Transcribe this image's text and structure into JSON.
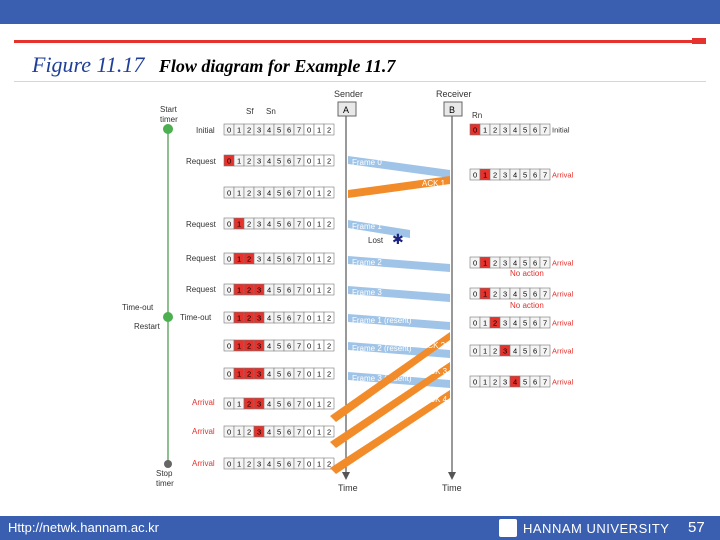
{
  "slide": {
    "figure_number": "Figure 11.17",
    "figure_caption": "Flow diagram for Example 11.7",
    "footer_url": "Http://netwk.hannam.ac.kr",
    "footer_university": "HANNAM UNIVERSITY",
    "page_number": "57"
  },
  "diagram": {
    "sender_label": "Sender",
    "receiver_label": "Receiver",
    "sender_node": "A",
    "receiver_node": "B",
    "start_timer": [
      "Start",
      "timer"
    ],
    "stop_timer": [
      "Stop",
      "timer"
    ],
    "timeout_left": "Time-out",
    "restart": "Restart",
    "time_label": "Time",
    "sf": "Sf",
    "sn": "Sn",
    "rn": "Rn",
    "lost": "Lost",
    "no_action": "No action",
    "initial": "Initial",
    "digits": [
      "0",
      "1",
      "2",
      "3",
      "4",
      "5",
      "6",
      "7",
      "0",
      "1",
      "2"
    ],
    "receiver_digits": [
      "0",
      "1",
      "2",
      "3",
      "4",
      "5",
      "6",
      "7"
    ],
    "sender_events": [
      "Initial",
      "Request",
      "Request",
      "Request",
      "Time-out",
      "Arrival",
      "Arrival",
      "Arrival"
    ],
    "receiver_events": [
      "Initial",
      "Arrival",
      "Arrival",
      "Arrival",
      "Arrival",
      "Arrival",
      "Arrival"
    ],
    "frames": [
      "Frame 0",
      "Frame 1",
      "Frame 2",
      "Frame 3",
      "Frame 1 (resent)",
      "Frame 2 (resent)",
      "Frame 3 (resent)"
    ],
    "acks": [
      "ACK 1",
      "ACK 2",
      "ACK 3",
      "ACK 4"
    ],
    "colors": {
      "accent_red": "#e5322d",
      "frame_blue": "#9fc4e8",
      "ack_orange": "#f28c2a",
      "timer_green": "#4caf50",
      "window_gray": "#c8c8c8"
    }
  }
}
